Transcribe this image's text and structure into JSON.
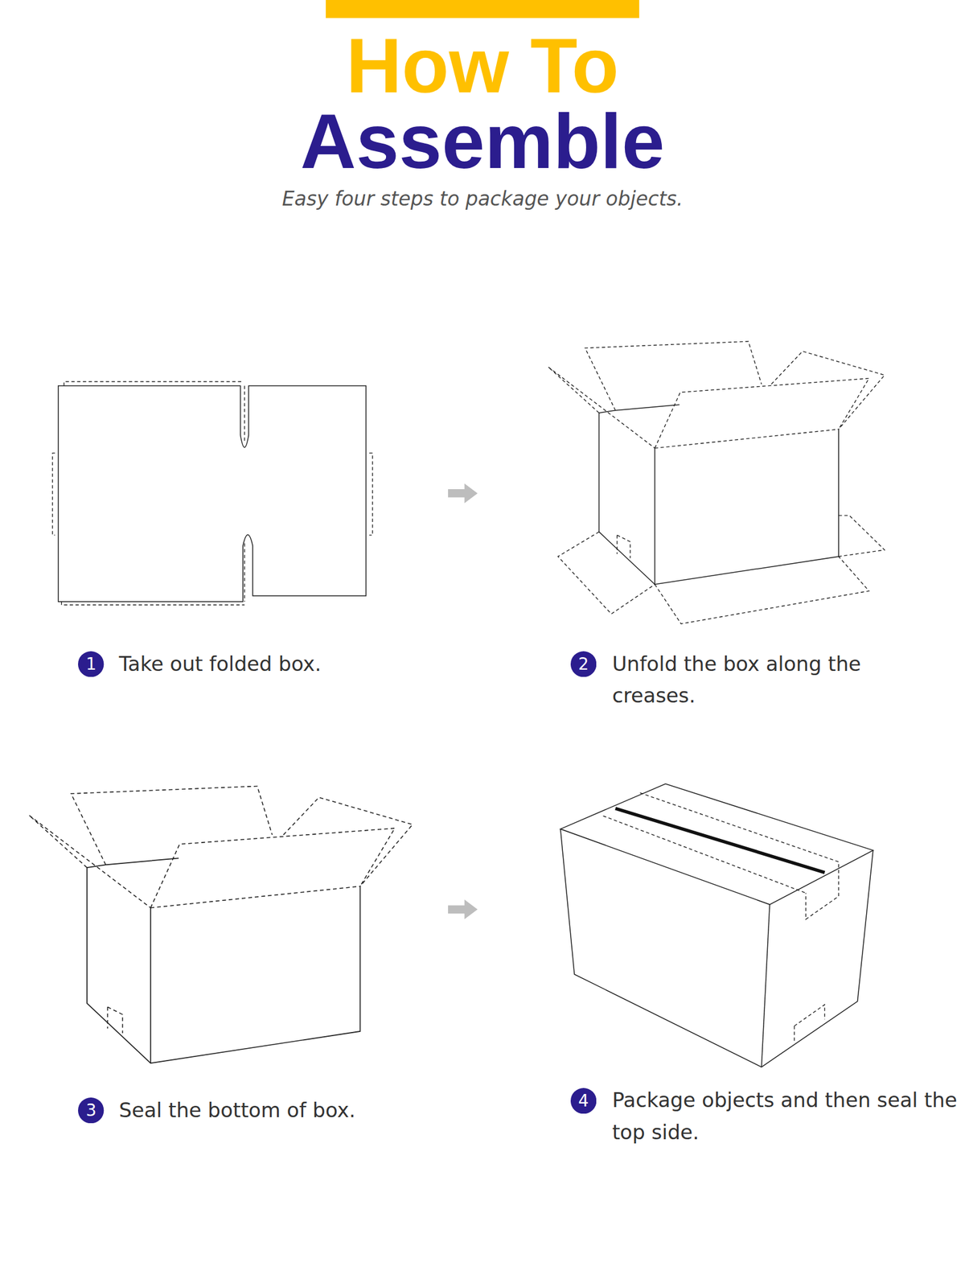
{
  "diagram": {
    "title": "How To Assemble",
    "caption": "Easy four steps to package your objects.",
    "nodes": [
      {
        "text": [
          "1"
        ]
      },
      {
        "text": [
          "2"
        ]
      },
      {
        "text": [
          "3"
        ]
      },
      {
        "text": [
          "4"
        ]
      }
    ],
    "labels": [
      "Take out folded box.",
      "Unfold the box along the creases.",
      "Seal the bottom of box.",
      "Package objects and then seal the top side."
    ]
  }
}
